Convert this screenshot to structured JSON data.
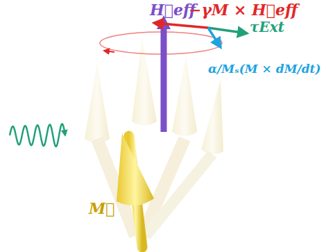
{
  "diagram": {
    "labels": [
      "H⃗eff",
      "−γM × H⃗eff",
      "τExt",
      "α/Mₛ(M × dM/dt)",
      "M⃗"
    ]
  }
}
